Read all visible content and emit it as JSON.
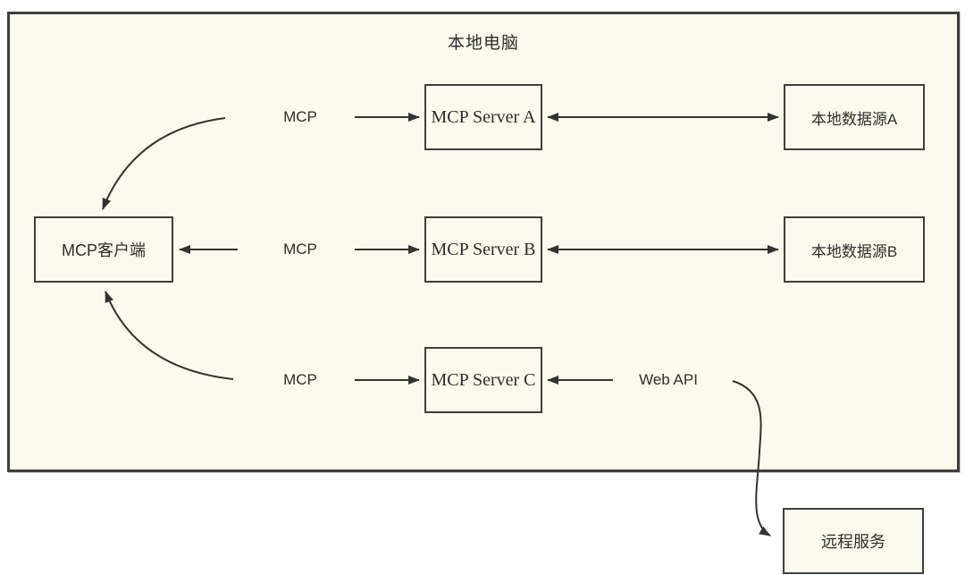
{
  "diagram": {
    "title": "本地电脑",
    "nodes": {
      "client": {
        "label": "MCP客户端"
      },
      "server_a": {
        "label": "MCP Server A"
      },
      "server_b": {
        "label": "MCP Server B"
      },
      "server_c": {
        "label": "MCP Server C"
      },
      "datasource_a": {
        "label": "本地数据源A"
      },
      "datasource_b": {
        "label": "本地数据源B"
      },
      "remote": {
        "label": "远程服务"
      }
    },
    "edge_labels": {
      "mcp_a": "MCP",
      "mcp_b": "MCP",
      "mcp_c": "MCP",
      "web_api": "Web API"
    },
    "edges": [
      {
        "from": "mcp_label_a",
        "to": "server_a",
        "type": "arrow"
      },
      {
        "from": "server_a",
        "to": "datasource_a",
        "type": "bidirectional"
      },
      {
        "from": "mcp_label_a",
        "to": "client",
        "type": "curved-arrow"
      },
      {
        "from": "mcp_label_b",
        "to": "client",
        "type": "arrow"
      },
      {
        "from": "mcp_label_b",
        "to": "server_b",
        "type": "arrow"
      },
      {
        "from": "server_b",
        "to": "datasource_b",
        "type": "bidirectional"
      },
      {
        "from": "mcp_label_c",
        "to": "client",
        "type": "curved-arrow"
      },
      {
        "from": "mcp_label_c",
        "to": "server_c",
        "type": "arrow"
      },
      {
        "from": "web_api_label",
        "to": "server_c",
        "type": "arrow"
      },
      {
        "from": "web_api_label",
        "to": "remote",
        "type": "curved-arrow"
      }
    ],
    "colors": {
      "canvas": "#ffffff",
      "container_fill": "#fbfaec",
      "border": "#3f3f3f",
      "line": "#333333",
      "text": "#2e2e2e"
    }
  }
}
